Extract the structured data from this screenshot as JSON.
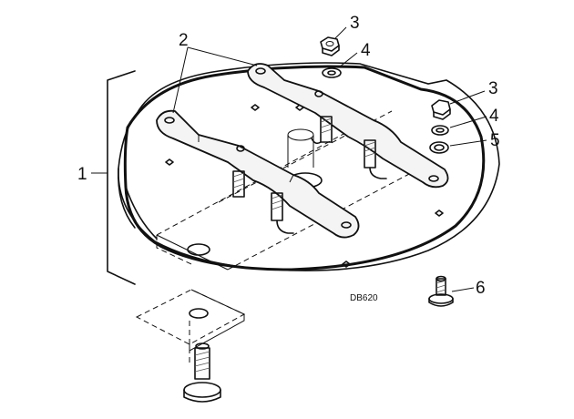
{
  "figure": {
    "drawing_code": "DB620",
    "callouts": [
      {
        "id": "assembly",
        "label": "1"
      },
      {
        "id": "strap",
        "label": "2"
      },
      {
        "id": "nut-top",
        "label": "3"
      },
      {
        "id": "washer-top",
        "label": "4"
      },
      {
        "id": "nut-right",
        "label": "3"
      },
      {
        "id": "washer-right",
        "label": "4"
      },
      {
        "id": "washer-flat",
        "label": "5"
      },
      {
        "id": "bolt",
        "label": "6"
      }
    ]
  }
}
